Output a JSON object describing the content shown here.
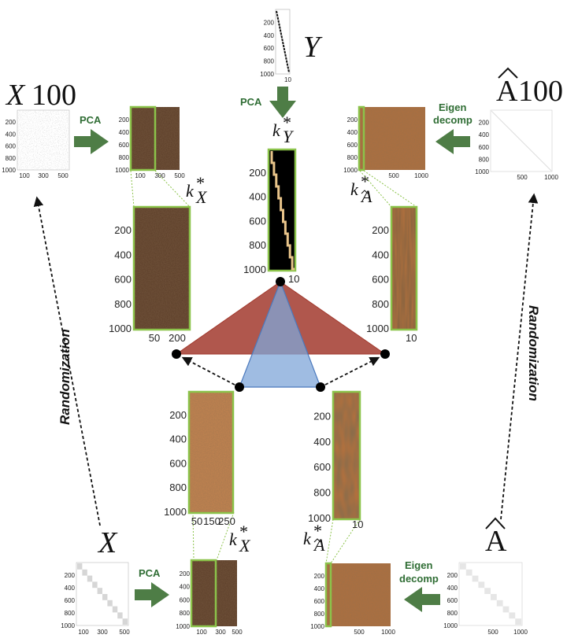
{
  "labels": {
    "y": "Y",
    "x100": "X",
    "x100_sub": "100",
    "a100": "A",
    "a100_sub": "100",
    "x": "X",
    "a": "A",
    "k": "k",
    "k_star": "*",
    "k_y_sub": "Y",
    "k_x_sub": "X",
    "k_a_sub": "A"
  },
  "ops": {
    "pca": "PCA",
    "eigen_line1": "Eigen",
    "eigen_line2": "decomp",
    "randomization": "Randomization"
  },
  "ticks": {
    "y_small": [
      "200",
      "400",
      "600",
      "800",
      "1000"
    ],
    "y_small_x": "10",
    "x100_small": [
      "200",
      "400",
      "600",
      "800",
      "1000"
    ],
    "x100_small_x": [
      "100",
      "300",
      "500"
    ],
    "x100_pca": [
      "200",
      "400",
      "600",
      "800",
      "1000"
    ],
    "x100_pca_x": [
      "100",
      "300",
      "500"
    ],
    "a100_eig": [
      "200",
      "400",
      "600",
      "800",
      "1000"
    ],
    "a100_eig_x": [
      "500",
      "1000"
    ],
    "a100_small": [
      "200",
      "400",
      "600",
      "800",
      "1000"
    ],
    "a100_small_x": [
      "500",
      "1000"
    ],
    "y_big": [
      "200",
      "400",
      "600",
      "800",
      "1000"
    ],
    "y_big_x": "10",
    "x100_big": [
      "200",
      "400",
      "600",
      "800",
      "1000"
    ],
    "x100_big_x": [
      "50",
      "200"
    ],
    "a100_big": [
      "200",
      "400",
      "600",
      "800",
      "1000"
    ],
    "a100_big_x": "10",
    "x_big": [
      "200",
      "400",
      "600",
      "800",
      "1000"
    ],
    "x_big_x": [
      "50",
      "150",
      "250"
    ],
    "a_big": [
      "200",
      "400",
      "600",
      "800",
      "1000"
    ],
    "a_big_x": "10",
    "x_small": [
      "200",
      "400",
      "600",
      "800",
      "1000"
    ],
    "x_small_x": [
      "100",
      "300",
      "500"
    ],
    "x_pca": [
      "200",
      "400",
      "600",
      "800",
      "1000"
    ],
    "x_pca_x": [
      "100",
      "300",
      "500"
    ],
    "a_eig": [
      "200",
      "400",
      "600",
      "800",
      "1000"
    ],
    "a_eig_x": [
      "500",
      "1000"
    ],
    "a_small": [
      "200",
      "400",
      "600",
      "800",
      "1000"
    ],
    "a_small_x": [
      "500",
      "1000"
    ]
  },
  "colors": {
    "green_arrow": "#4e7d46",
    "green_border": "#8bc34a",
    "brown_dark": "#5a3a22",
    "brown_orange": "#b0703e",
    "tri_red": "#a23a2e",
    "tri_blue": "#7fa6d8"
  }
}
